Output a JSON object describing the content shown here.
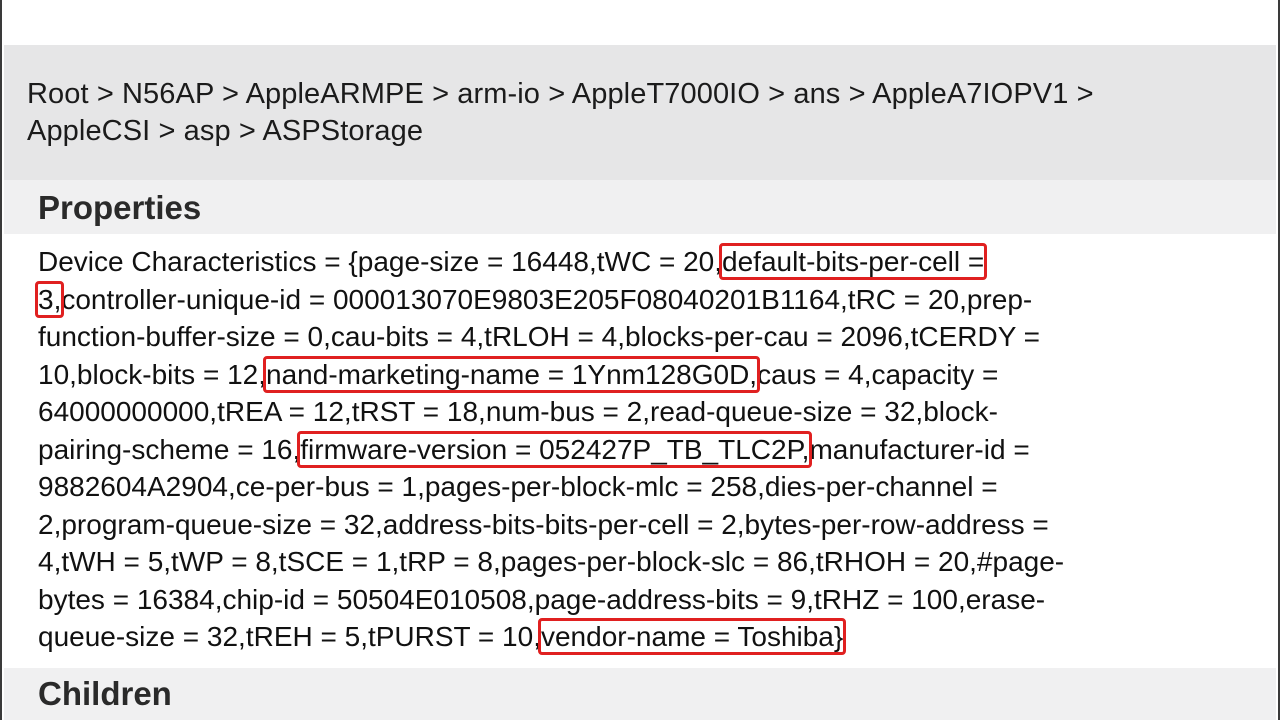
{
  "breadcrumb": {
    "line1": "Root > N56AP > AppleARMPE > arm-io > AppleT7000IO > ans > AppleA7IOPV1 >",
    "line2": "AppleCSI > asp > ASPStorage"
  },
  "sections": {
    "properties_label": "Properties",
    "children_label": "Children"
  },
  "properties": {
    "l1_a": "Device Characteristics = {page-size = 16448,tWC = 20,",
    "l1_hl": "default-bits-per-cell = ",
    "l2_hl": "3,",
    "l2_b": "controller-unique-id = 000013070E9803E205F08040201B1164,tRC = 20,prep-",
    "l3": "function-buffer-size = 0,cau-bits = 4,tRLOH = 4,blocks-per-cau = 2096,tCERDY =",
    "l4_a": "10,block-bits = 12,",
    "l4_hl": "nand-marketing-name = 1Ynm128G0D,",
    "l4_b": "caus = 4,capacity =",
    "l5": "64000000000,tREA = 12,tRST = 18,num-bus = 2,read-queue-size = 32,block-",
    "l6_a": "pairing-scheme = 16,",
    "l6_hl": "firmware-version = 052427P_TB_TLC2P,",
    "l6_b": "manufacturer-id =",
    "l7": "9882604A2904,ce-per-bus = 1,pages-per-block-mlc = 258,dies-per-channel =",
    "l8": "2,program-queue-size = 32,address-bits-bits-per-cell = 2,bytes-per-row-address =",
    "l9": "4,tWH = 5,tWP = 8,tSCE = 1,tRP = 8,pages-per-block-slc = 86,tRHOH = 20,#page-",
    "l10": "bytes = 16384,chip-id = 50504E010508,page-address-bits = 9,tRHZ = 100,erase-",
    "l11_a": "queue-size = 32,tREH = 5,tPURST = 10,",
    "l11_hl": "vendor-name = Toshiba}"
  },
  "colors": {
    "highlight": "#e02020",
    "breadcrumb_bg": "#e6e6e7",
    "section_bg": "#f0f0f1"
  }
}
